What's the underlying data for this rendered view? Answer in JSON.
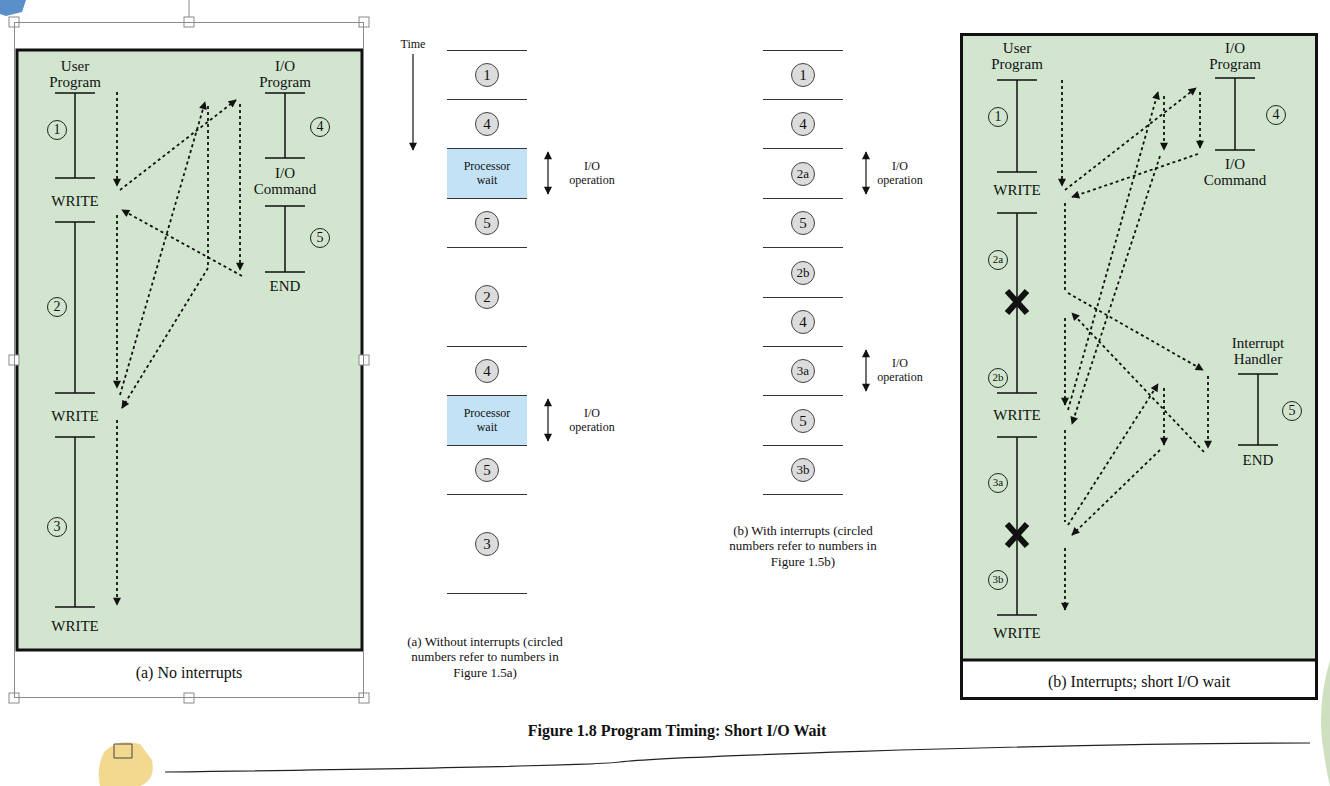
{
  "diagram": {
    "caption": "Figure 1.8 Program Timing: Short I/O Wait",
    "nodes": [
      {
        "text": [
          "(a) No interrupts"
        ]
      },
      {
        "text": [
          "1"
        ]
      },
      {
        "text": [
          "4"
        ]
      },
      {
        "text": [
          "Processor wait"
        ]
      },
      {
        "text": [
          "5"
        ]
      },
      {
        "text": [
          "2"
        ]
      },
      {
        "text": [
          "4"
        ]
      },
      {
        "text": [
          "Processor wait"
        ]
      },
      {
        "text": [
          "5"
        ]
      },
      {
        "text": [
          "3"
        ]
      },
      {
        "text": [
          "1"
        ]
      },
      {
        "text": [
          "4"
        ]
      },
      {
        "text": [
          "2a"
        ]
      },
      {
        "text": [
          "5"
        ]
      },
      {
        "text": [
          "2b"
        ]
      },
      {
        "text": [
          "4"
        ]
      },
      {
        "text": [
          "3a"
        ]
      },
      {
        "text": [
          "5"
        ]
      },
      {
        "text": [
          "3b"
        ]
      },
      {
        "text": [
          "(b) Interrupts; short I/O wait"
        ]
      }
    ],
    "labels": [
      "User Program",
      "I/O Program",
      "1",
      "4",
      "WRITE",
      "I/O Command",
      "5",
      "END",
      "2",
      "WRITE",
      "3",
      "WRITE",
      "Time",
      "I/O operation",
      "I/O operation",
      "(a) Without interrupts (circled numbers refer to numbers in Figure 1.5a)",
      "I/O operation",
      "I/O operation",
      "(b) With interrupts (circled numbers refer to numbers in Figure 1.5b)",
      "User Program",
      "I/O Program",
      "1",
      "4",
      "WRITE",
      "I/O Command",
      "2a",
      "Interrupt Handler",
      "2b",
      "5",
      "WRITE",
      "END",
      "3a",
      "3b",
      "WRITE"
    ]
  }
}
